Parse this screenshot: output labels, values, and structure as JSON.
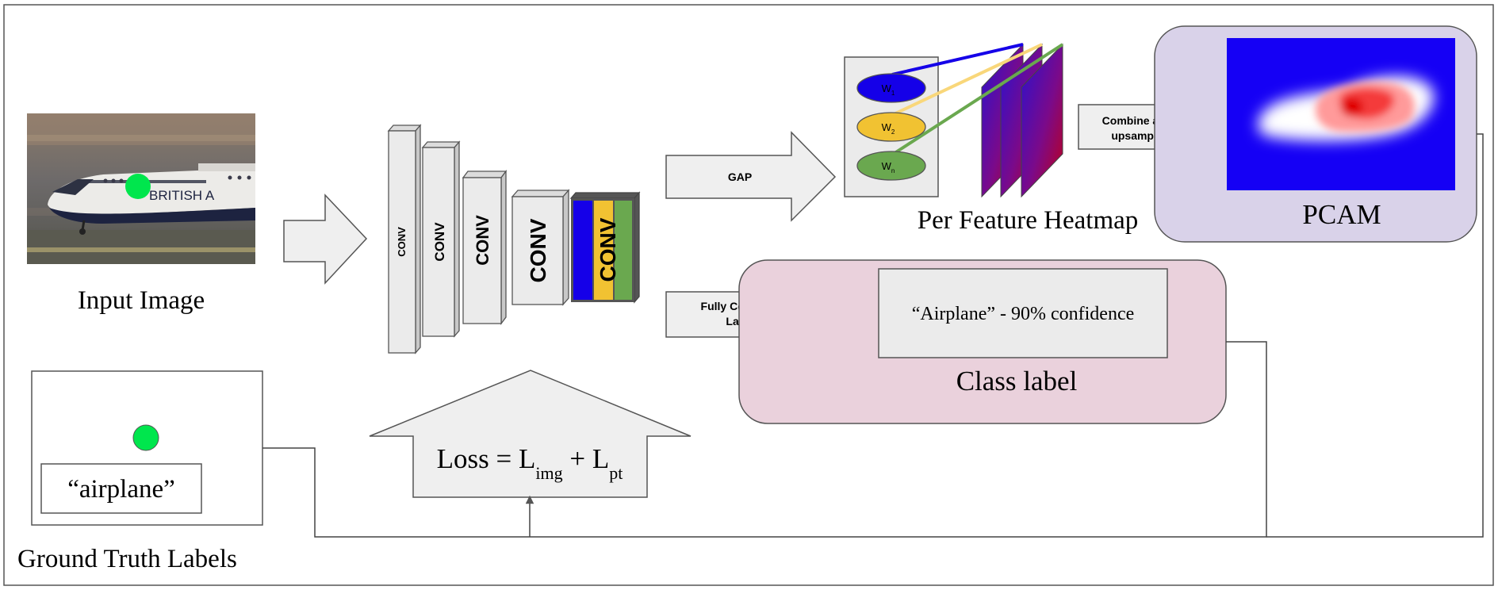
{
  "input": {
    "title": "Input Image",
    "photo_text": "BRITISH A"
  },
  "conv_stack": {
    "labels": [
      "CONV",
      "CONV",
      "CONV",
      "CONV",
      "CONV"
    ]
  },
  "gap": {
    "label": "GAP"
  },
  "fc": {
    "label_line1": "Fully Connected",
    "label_line2": "Layers"
  },
  "heatmap": {
    "title": "Per Feature Heatmap",
    "weights": [
      {
        "base": "W",
        "sub": "1",
        "color": "#1500e8"
      },
      {
        "base": "W",
        "sub": "2",
        "color": "#f1c232"
      },
      {
        "base": "W",
        "sub": "n",
        "color": "#6aa84f"
      }
    ]
  },
  "combine": {
    "label_line1": "Combine and",
    "label_line2": "upsample"
  },
  "pcam": {
    "title": "PCAM",
    "panel_color": "#d9d2e9"
  },
  "class_label": {
    "title": "Class label",
    "prediction": "“Airplane” - 90% confidence",
    "panel_color": "#ead1dc"
  },
  "loss": {
    "prefix": "Loss = L",
    "sub1": "img",
    "plus": " + L",
    "sub2": "pt"
  },
  "ground_truth": {
    "title": "Ground Truth Labels",
    "label": "“airplane”",
    "point_color": "#00e64d"
  }
}
